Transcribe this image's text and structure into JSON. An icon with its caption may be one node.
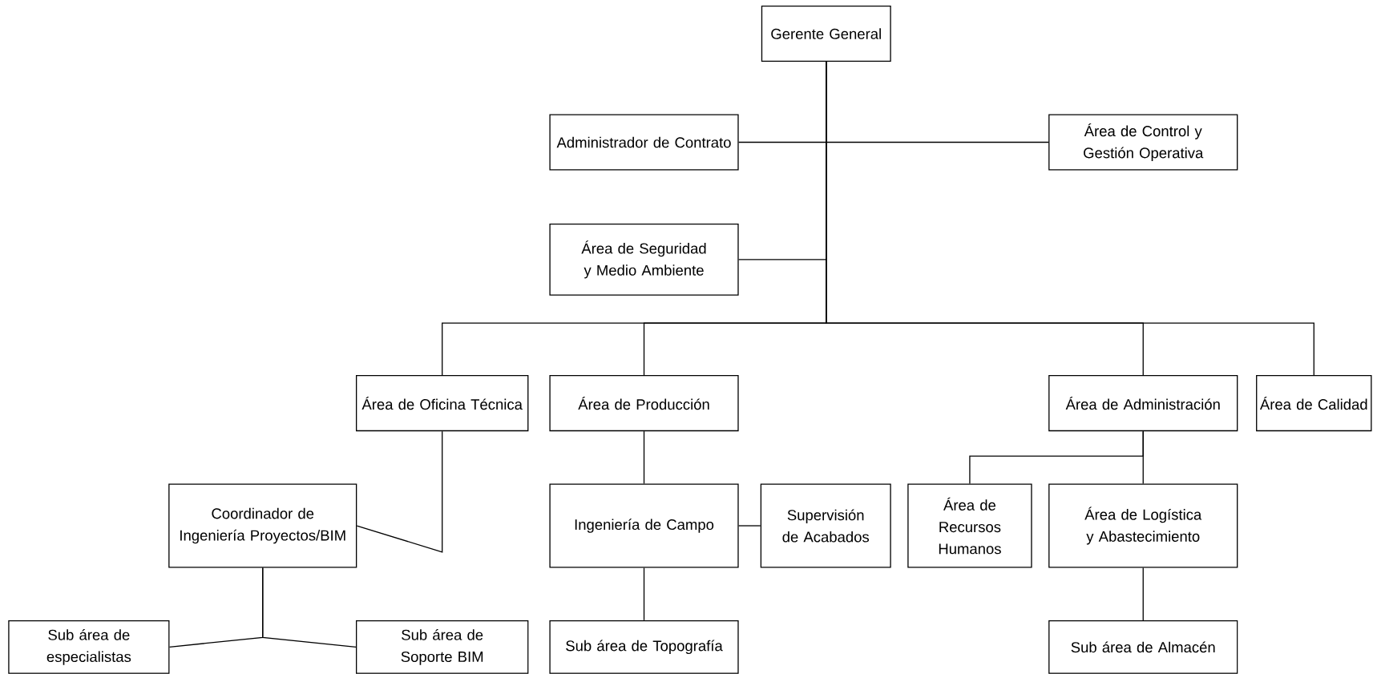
{
  "diagram": {
    "nodes": [
      {
        "text": [
          "Gerente General"
        ]
      },
      {
        "text": [
          "Administrador de Contrato"
        ]
      },
      {
        "text": [
          "Área de Control y Gestión Operativa"
        ]
      },
      {
        "text": [
          "Área de Seguridad y Medio Ambiente"
        ]
      },
      {
        "text": [
          "Área de Oficina Técnica"
        ]
      },
      {
        "text": [
          "Área de Producción"
        ]
      },
      {
        "text": [
          "Área de Administración"
        ]
      },
      {
        "text": [
          "Área de Calidad"
        ]
      },
      {
        "text": [
          "Coordinador de Ingeniería Proyectos/BIM"
        ]
      },
      {
        "text": [
          "Ingeniería de Campo"
        ]
      },
      {
        "text": [
          "Supervisión de Acabados"
        ]
      },
      {
        "text": [
          "Área de Recursos Humanos"
        ]
      },
      {
        "text": [
          "Área de Logística y Abastecimiento"
        ]
      },
      {
        "text": [
          "Sub área de especialistas"
        ]
      },
      {
        "text": [
          "Sub área de Soporte BIM"
        ]
      },
      {
        "text": [
          "Sub área de Topografía"
        ]
      },
      {
        "text": [
          "Sub área de Almacén"
        ]
      }
    ],
    "edges": [
      {
        "from": 0,
        "to": 1,
        "arrow": "none"
      },
      {
        "from": 0,
        "to": 2,
        "arrow": "none"
      },
      {
        "from": 0,
        "to": 3,
        "arrow": "none"
      },
      {
        "from": 0,
        "to": 4,
        "arrow": "none"
      },
      {
        "from": 0,
        "to": 5,
        "arrow": "none"
      },
      {
        "from": 0,
        "to": 6,
        "arrow": "none"
      },
      {
        "from": 0,
        "to": 7,
        "arrow": "none"
      },
      {
        "from": 4,
        "to": 8,
        "arrow": "none"
      },
      {
        "from": 5,
        "to": 9,
        "arrow": "none"
      },
      {
        "from": 9,
        "to": 10,
        "arrow": "none"
      },
      {
        "from": 6,
        "to": 11,
        "arrow": "none"
      },
      {
        "from": 6,
        "to": 12,
        "arrow": "none"
      },
      {
        "from": 8,
        "to": 13,
        "arrow": "none"
      },
      {
        "from": 8,
        "to": 14,
        "arrow": "none"
      },
      {
        "from": 9,
        "to": 15,
        "arrow": "none"
      },
      {
        "from": 12,
        "to": 16,
        "arrow": "none"
      }
    ]
  }
}
